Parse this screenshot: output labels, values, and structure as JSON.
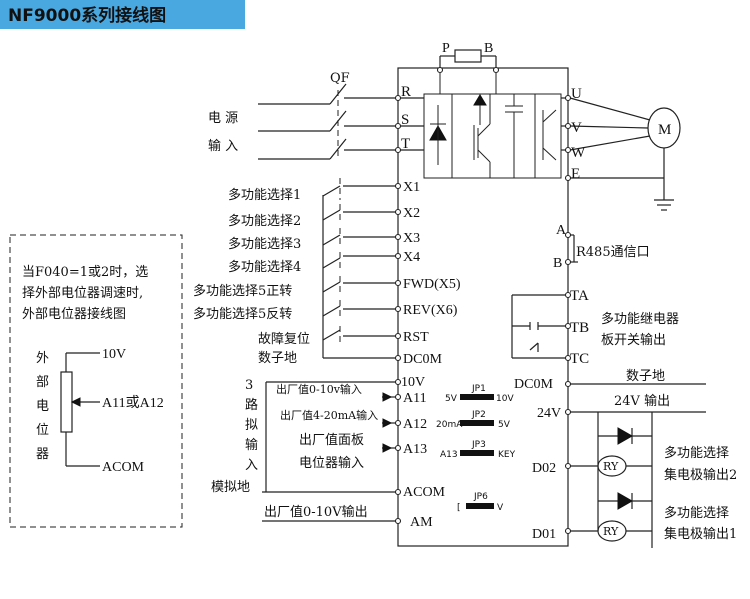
{
  "title": "NF9000系列接线图",
  "left_note": {
    "lines": [
      "当F040=1或2时，选",
      "择外部电位器调速时,",
      "外部电位器接线图"
    ],
    "vertical_label": [
      "外",
      "部",
      "电",
      "位",
      "器"
    ],
    "pins": [
      "10V",
      "A11或A12",
      "ACOM"
    ]
  },
  "power": {
    "breaker": "QF",
    "label_top": "电  源",
    "label_bottom": "输  入",
    "terminals": [
      "R",
      "S",
      "T"
    ]
  },
  "brake": {
    "p": "P",
    "b": "B"
  },
  "motor": {
    "label": "M",
    "terminals": [
      "U",
      "V",
      "W",
      "E"
    ]
  },
  "inputs": [
    {
      "label": "多功能选择1",
      "terminal": "X1"
    },
    {
      "label": "多功能选择2",
      "terminal": "X2"
    },
    {
      "label": "多功能选择3",
      "terminal": "X3"
    },
    {
      "label": "多功能选择4",
      "terminal": "X4"
    },
    {
      "label": "多功能选择5正转",
      "terminal": "FWD(X5)"
    },
    {
      "label": "多功能选择5反转",
      "terminal": "REV(X6)"
    },
    {
      "label": "故障复位",
      "terminal": "RST"
    },
    {
      "label": "数子地",
      "terminal": "DC0M"
    }
  ],
  "analog": {
    "side_label": [
      "3",
      "路",
      "拟",
      "输",
      "入"
    ],
    "ground_label": "模拟地",
    "terminals": [
      "10V",
      "A11",
      "A12",
      "A13",
      "ACOM",
      "AM"
    ],
    "notes": [
      "出厂值0-10v输入",
      "出厂值4-20mA输入",
      "出厂值面板",
      "电位器输入",
      "出厂值0-10V输出"
    ]
  },
  "jumpers": [
    {
      "name": "JP1",
      "left": "5V",
      "right": "10V"
    },
    {
      "name": "JP2",
      "left": "20mA",
      "right": "5V"
    },
    {
      "name": "JP3",
      "left": "A13",
      "right": "KEY"
    },
    {
      "name": "JP6",
      "left": "[",
      "right": "V"
    }
  ],
  "comm": {
    "terminals": [
      "A",
      "B"
    ],
    "label": "R485通信口"
  },
  "relay": {
    "terminals": [
      "TA",
      "TB",
      "TC"
    ],
    "label_1": "多功能继电器",
    "label_2": "板开关输出"
  },
  "outputs": {
    "terminals": [
      "DC0M",
      "24V",
      "D02",
      "D01"
    ],
    "labels": [
      "数子地",
      "24V  输出"
    ],
    "ry": "RY",
    "out2": [
      "多功能选择",
      "集电极输出2"
    ],
    "out1": [
      "多功能选择",
      "集电极输出1"
    ]
  }
}
